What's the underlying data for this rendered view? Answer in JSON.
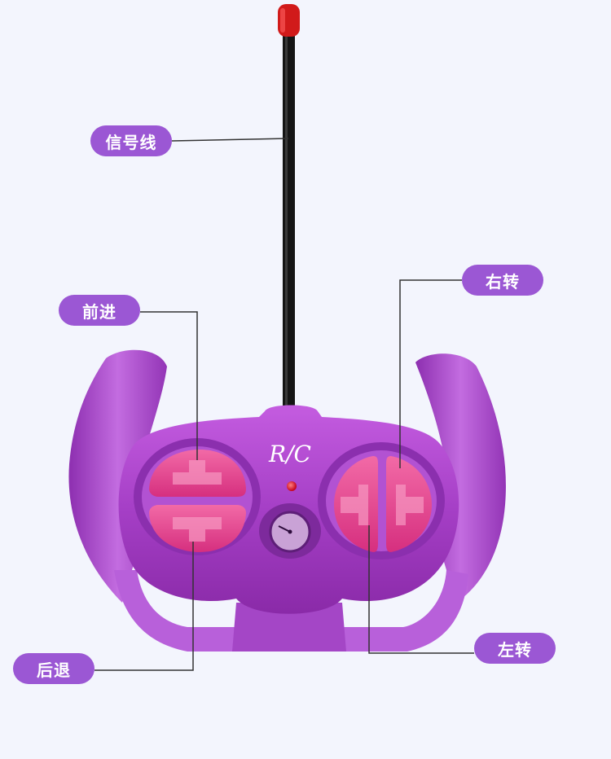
{
  "labels": {
    "signal_wire": "信号线",
    "forward": "前进",
    "turn_right": "右转",
    "turn_left": "左转",
    "backward": "后退"
  },
  "device": {
    "logo_text": "R/C"
  },
  "colors": {
    "background": "#f3f5fd",
    "pill": "#9b57d4",
    "body_purple": "#a63fc4",
    "button_pink": "#e9418f",
    "antenna_tip": "#d11a1a",
    "leader_line": "#333333"
  }
}
